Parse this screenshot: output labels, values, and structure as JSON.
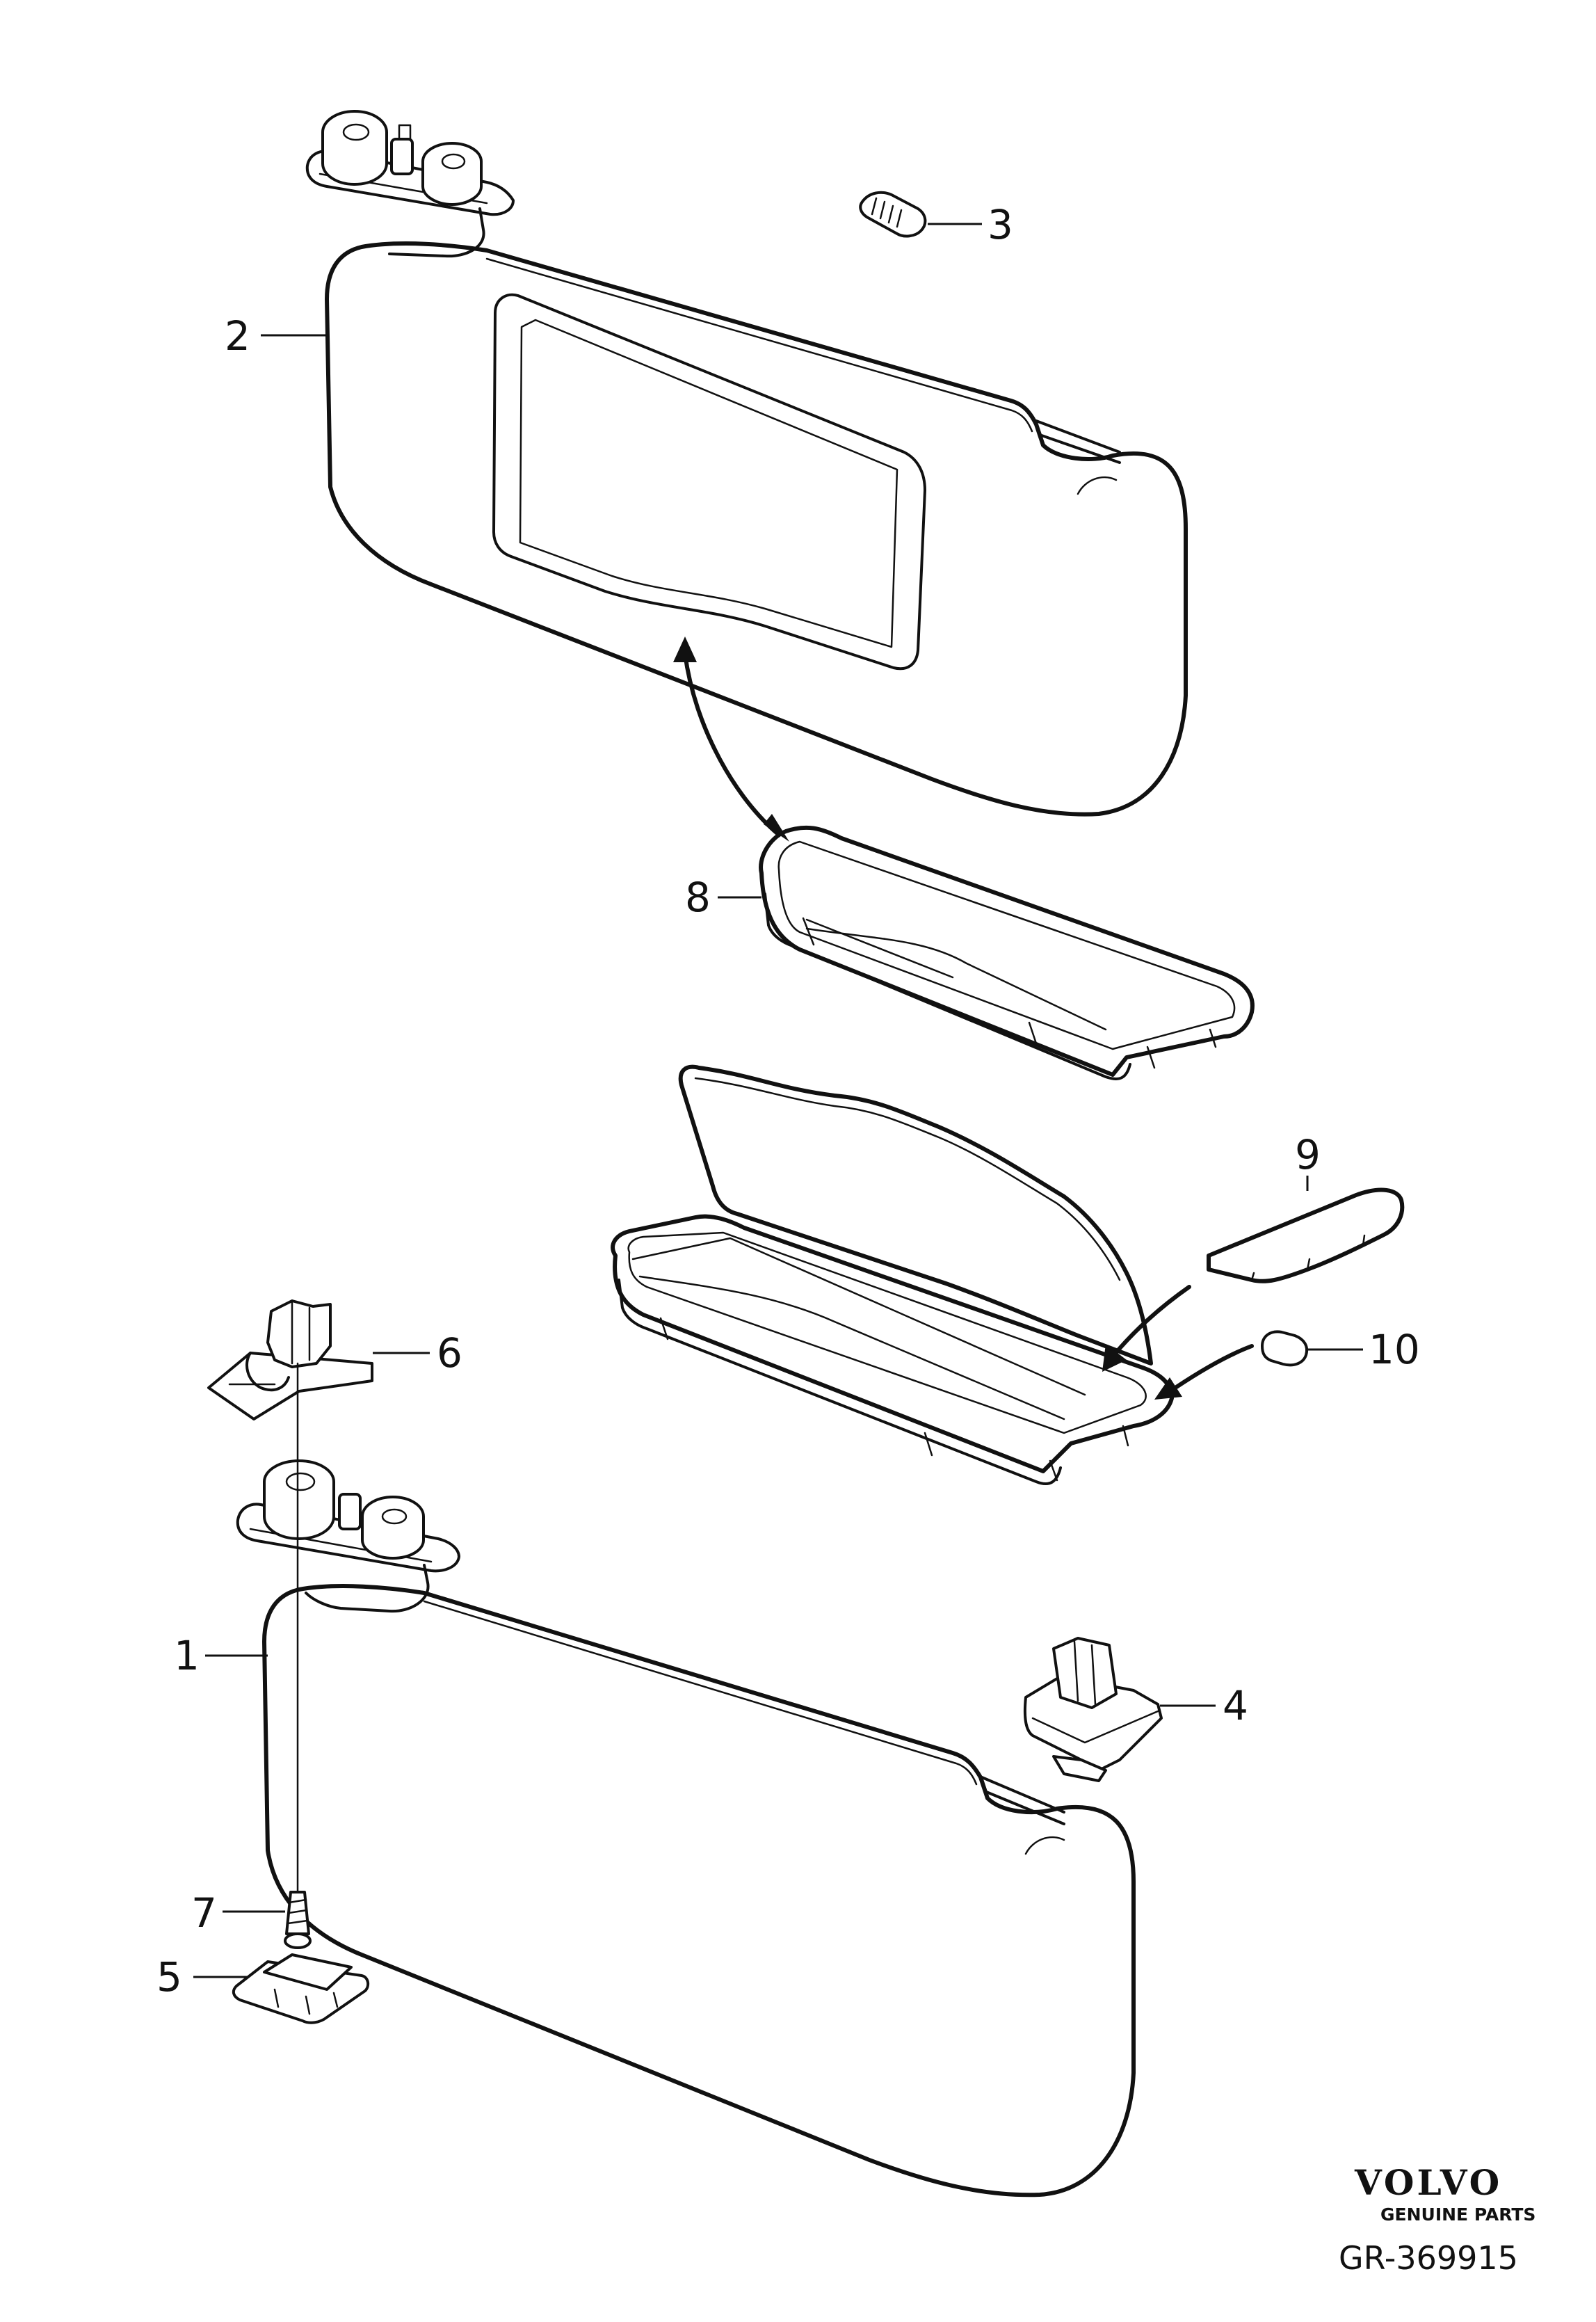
{
  "callouts": [
    {
      "id": "1",
      "label": "1"
    },
    {
      "id": "2",
      "label": "2"
    },
    {
      "id": "3",
      "label": "3"
    },
    {
      "id": "4",
      "label": "4"
    },
    {
      "id": "5",
      "label": "5"
    },
    {
      "id": "6",
      "label": "6"
    },
    {
      "id": "7",
      "label": "7"
    },
    {
      "id": "8",
      "label": "8"
    },
    {
      "id": "9",
      "label": "9"
    },
    {
      "id": "10",
      "label": "10"
    }
  ],
  "branding": {
    "logo_text": "VOLVO",
    "logo_subtitle": "GENUINE PARTS",
    "reference": "GR-369915"
  }
}
